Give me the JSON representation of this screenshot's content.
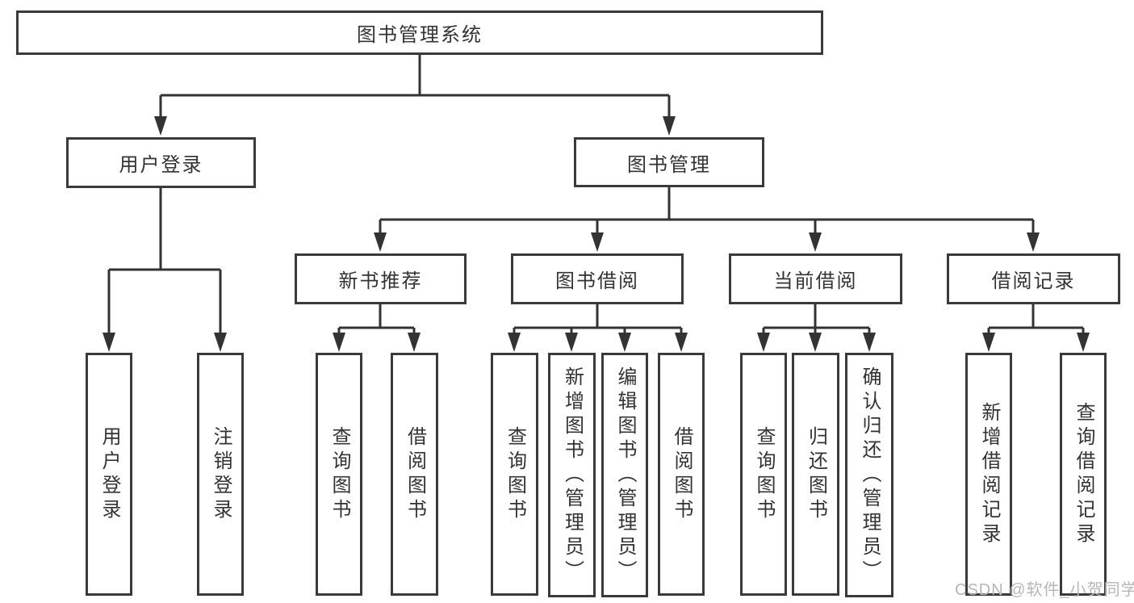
{
  "diagram_type": "hierarchy-tree",
  "colors": {
    "line": "#333333",
    "border": "#3a3a3a",
    "text": "#333333",
    "watermark": "#b6b6b6",
    "background": "#ffffff"
  },
  "tree": {
    "label": "图书管理系统",
    "children": [
      {
        "label": "用户登录",
        "children": [
          {
            "label": "用户登录"
          },
          {
            "label": "注销登录"
          }
        ]
      },
      {
        "label": "图书管理",
        "children": [
          {
            "label": "新书推荐",
            "children": [
              {
                "label": "查询图书"
              },
              {
                "label": "借阅图书"
              }
            ]
          },
          {
            "label": "图书借阅",
            "children": [
              {
                "label": "查询图书"
              },
              {
                "label": "新增图书（管理员）"
              },
              {
                "label": "编辑图书（管理员）"
              },
              {
                "label": "借阅图书"
              }
            ]
          },
          {
            "label": "当前借阅",
            "children": [
              {
                "label": "查询图书"
              },
              {
                "label": "归还图书"
              },
              {
                "label": "确认归还（管理员）"
              }
            ]
          },
          {
            "label": "借阅记录",
            "children": [
              {
                "label": "新增借阅记录"
              },
              {
                "label": "查询借阅记录"
              }
            ]
          }
        ]
      }
    ]
  },
  "watermark": {
    "text": "CSDN @软件_小贺同学"
  }
}
